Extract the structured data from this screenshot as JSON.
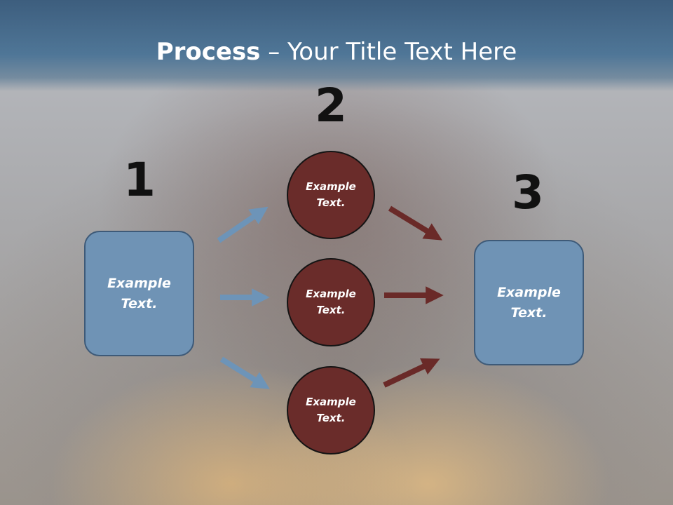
{
  "title": {
    "bold": "Process",
    "rest": " – Your Title Text Here"
  },
  "steps": {
    "one": "1",
    "two": "2",
    "three": "3"
  },
  "left_box": {
    "text": "Example Text."
  },
  "right_box": {
    "text": "Example Text."
  },
  "circles": [
    {
      "text": "Example Text."
    },
    {
      "text": "Example Text."
    },
    {
      "text": "Example Text."
    }
  ],
  "colors": {
    "title_bar": "#4f7697",
    "box_fill": "#6f93b5",
    "circle_fill": "#6a2c2a",
    "arrow_blue": "#6d94b8",
    "arrow_red": "#6a2a28"
  }
}
